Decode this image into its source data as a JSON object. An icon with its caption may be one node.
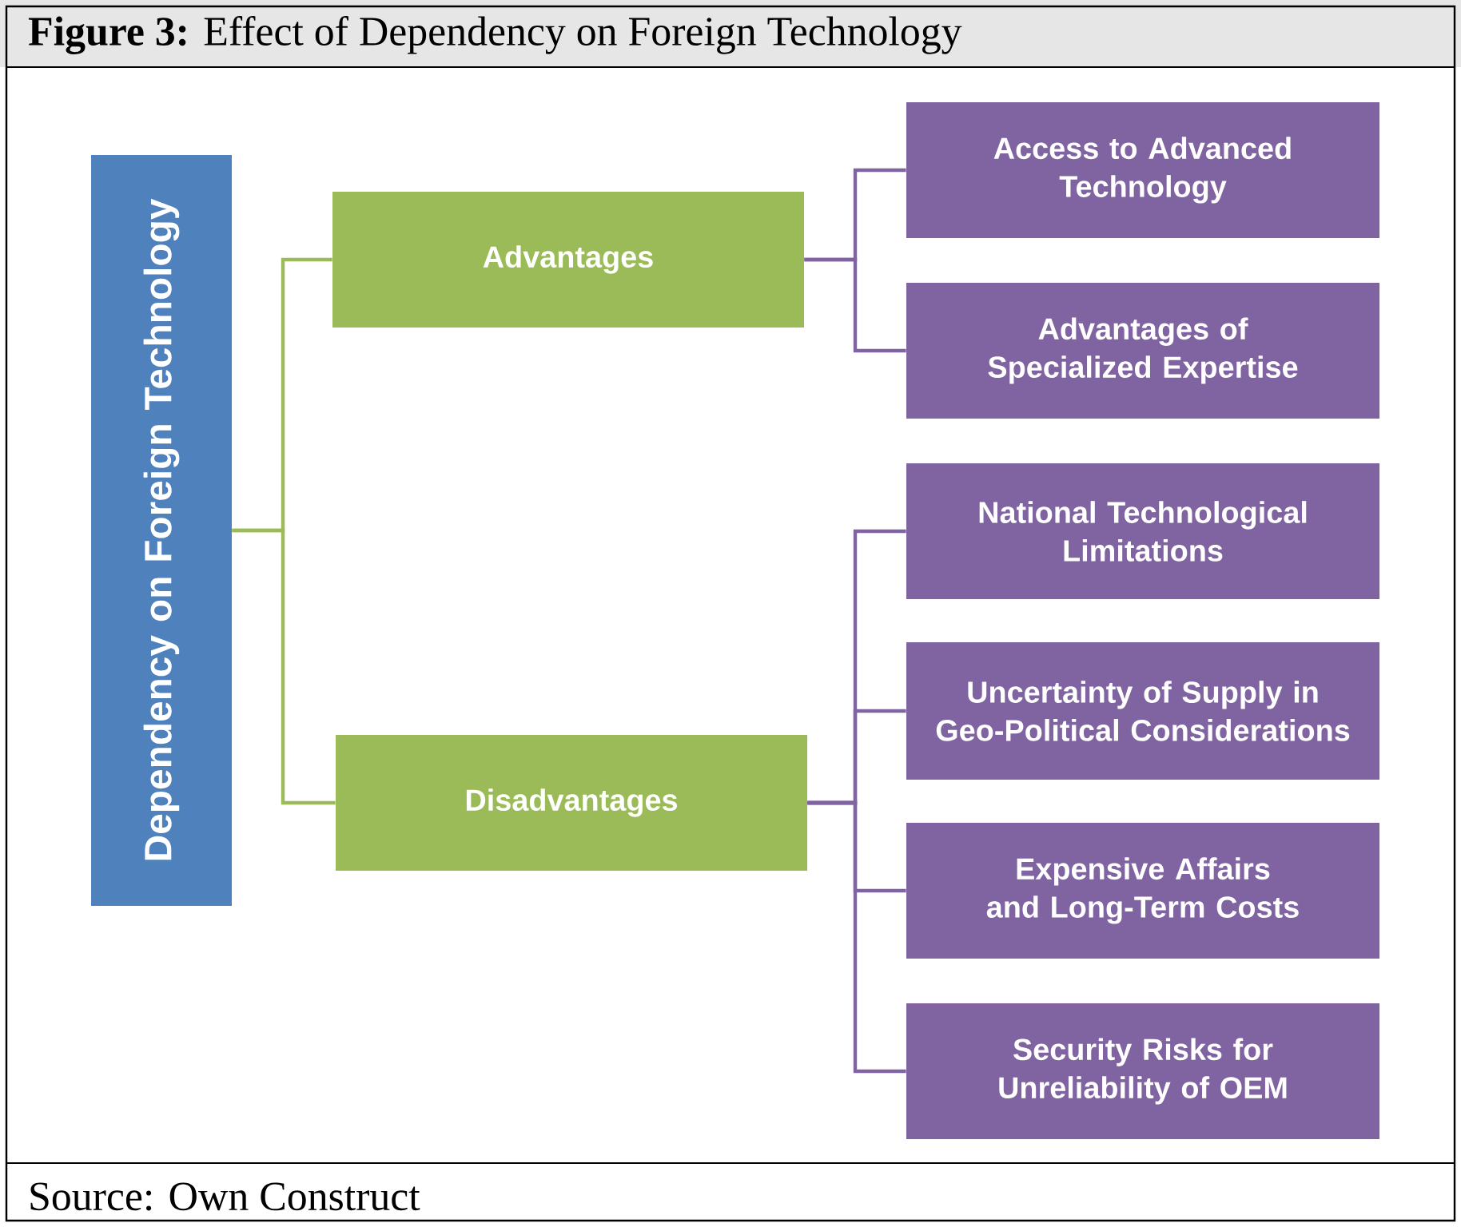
{
  "diagram": {
    "title": "**Figure 3:** Effect of Dependency on Foreign Technology",
    "caption": "Source: Own Construct",
    "nodes": [
      {
        "text": [
          "Dependency on Foreign Technology"
        ]
      },
      {
        "text": [
          "Advantages"
        ]
      },
      {
        "text": [
          "Disadvantages"
        ]
      },
      {
        "text": [
          "Access to Advanced Technology"
        ]
      },
      {
        "text": [
          "Advantages of Specialized Expertise"
        ]
      },
      {
        "text": [
          "National Technological Limitations"
        ]
      },
      {
        "text": [
          "Uncertainty of Supply in Geo-Political Considerations"
        ]
      },
      {
        "text": [
          "Expensive Affairs and Long-Term Costs"
        ]
      },
      {
        "text": [
          "Security Risks for Unreliability of OEM"
        ]
      }
    ],
    "edges": [
      {
        "from": 0,
        "to": 1,
        "arrow": "none",
        "color": "#9bbb59"
      },
      {
        "from": 0,
        "to": 2,
        "arrow": "none",
        "color": "#9bbb59"
      },
      {
        "from": 1,
        "to": 3,
        "arrow": "none"
      },
      {
        "from": 1,
        "to": 4,
        "arrow": "none"
      },
      {
        "from": 2,
        "to": 5,
        "arrow": "none"
      },
      {
        "from": 2,
        "to": 6,
        "arrow": "none"
      },
      {
        "from": 2,
        "to": 7,
        "arrow": "none"
      },
      {
        "from": 2,
        "to": 8,
        "arrow": "none"
      }
    ]
  }
}
